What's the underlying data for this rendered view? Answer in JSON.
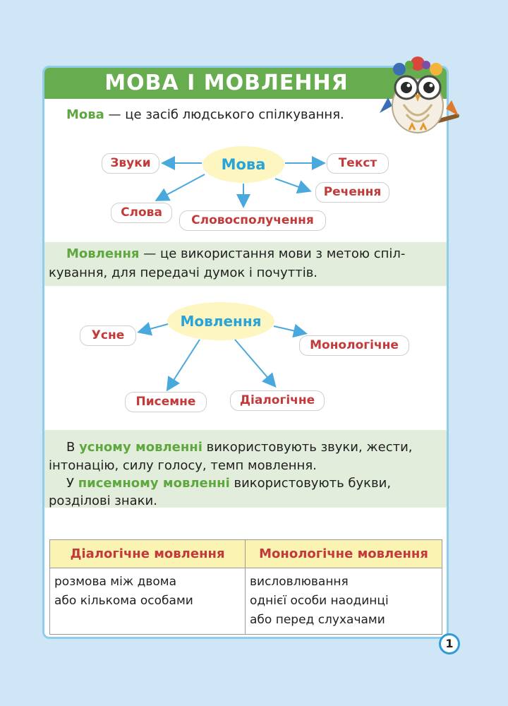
{
  "page": {
    "title": "МОВА І МОВЛЕННЯ",
    "page_number": "1"
  },
  "definition_mova": {
    "term": "Мова",
    "rest": " — це засіб людського спілкування."
  },
  "diagram_mova": {
    "center": "Мова",
    "nodes": {
      "zvuky": "Звуки",
      "tekst": "Текст",
      "rechennia": "Речення",
      "slova": "Слова",
      "slovospoluchennia": "Словосполучення"
    }
  },
  "definition_movlennia": {
    "term": "Мовлення",
    "line1_rest": " — це використання мови з метою спіл-",
    "line2": "кування, для передачі думок і почуттів."
  },
  "diagram_movlennia": {
    "center": "Мовлення",
    "nodes": {
      "usne": "Усне",
      "monolohichne": "Монологічне",
      "pysemne": "Писемне",
      "dialohichne": "Діалогічне"
    }
  },
  "oral_written": {
    "l1_a": "В ",
    "l1_term": "усному мовленні",
    "l1_b": " використовують звуки, жести,",
    "l2": "інтонацію, силу голосу, темп мовлення.",
    "l3_a": "У ",
    "l3_term": "писемному мовленні",
    "l3_b": " використовують букви,",
    "l4": "розділові знаки."
  },
  "comparison_table": {
    "headers": [
      "Діалогічне мовлення",
      "Монологічне мовлення"
    ],
    "left_lines": [
      "розмова між двома",
      "або кількома особами"
    ],
    "right_lines": [
      "висловлювання",
      "однієї особи наодинці",
      "або перед слухачами"
    ]
  },
  "colors": {
    "title_green": "#67ad4f",
    "term_green": "#5ea83f",
    "node_red": "#c23a3a",
    "center_blue": "#2aa3d8",
    "ellipse_yellow": "#fdf6c0",
    "arrow_blue": "#4aa9dc",
    "band_green": "#e3eddb",
    "header_yellow": "#fbf3b2",
    "frame_blue": "#8fcdeb",
    "background": "#cfe6f7"
  },
  "icons": {
    "owl": "owl-mascot-icon"
  }
}
